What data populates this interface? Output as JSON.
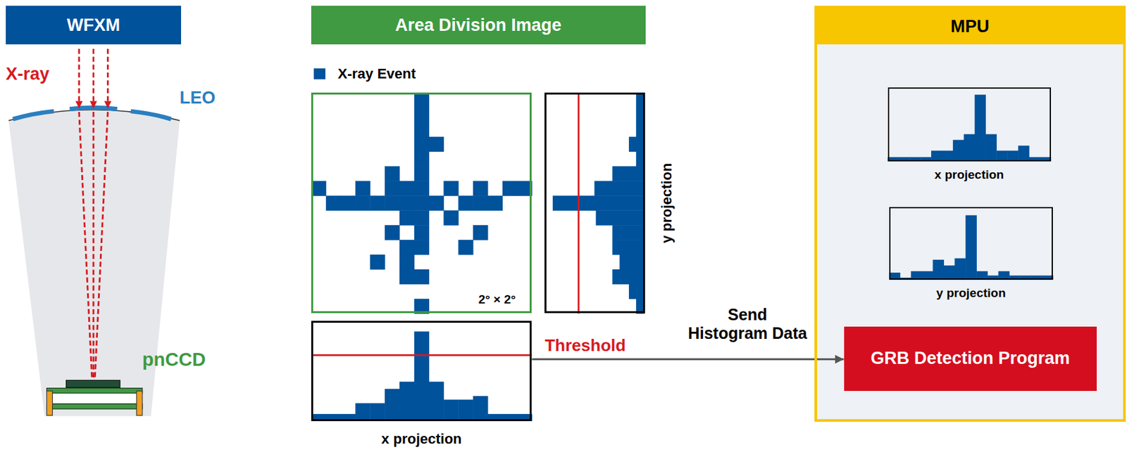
{
  "diagram": {
    "nodes": [
      {
        "text": [
          "WFXM"
        ]
      },
      {
        "text": [
          "Area Division Image"
        ]
      },
      {
        "text": [
          "2° × 2°"
        ]
      },
      {
        "text": [
          "y projection"
        ]
      },
      {
        "text": [
          "x projection"
        ]
      },
      {
        "text": [
          "MPU"
        ]
      },
      {
        "text": [
          "x projection"
        ],
        "in": 5
      },
      {
        "text": [
          "y projection"
        ],
        "in": 5
      },
      {
        "text": [
          "GRB Detection Program"
        ],
        "in": 5
      }
    ],
    "edges": [
      {
        "from": 4,
        "to": 8,
        "arrow": "to",
        "label": "Send Histogram Data"
      }
    ],
    "labels": [
      "X-ray",
      "LEO",
      "pnCCD",
      "Threshold"
    ],
    "legend": [
      {
        "text": "X-ray Event",
        "color": "#00529b"
      }
    ]
  }
}
